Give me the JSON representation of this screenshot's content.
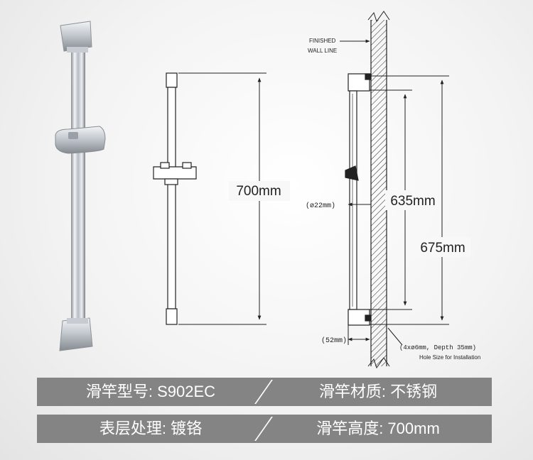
{
  "diagram": {
    "dimensions": {
      "length": "700mm",
      "center_outer": "675mm",
      "center_inner": "635mm",
      "diameter": "(ø22mm)",
      "offset": "(52mm)"
    },
    "notes": {
      "wall_line_1": "FINISHED",
      "wall_line_2": "WALL LINE",
      "hole_spec": "(4xø6mm, Depth 35mm)",
      "hole_caption": "Hole Size for Installation"
    }
  },
  "specs": {
    "row1": {
      "left": "滑竿型号: S902EC",
      "right": "滑竿材质: 不锈钢"
    },
    "row2": {
      "left": "表层处理: 镀铬",
      "right": "滑竿高度: 700mm"
    }
  },
  "colors": {
    "bar": "#848484",
    "line": "#222222"
  }
}
